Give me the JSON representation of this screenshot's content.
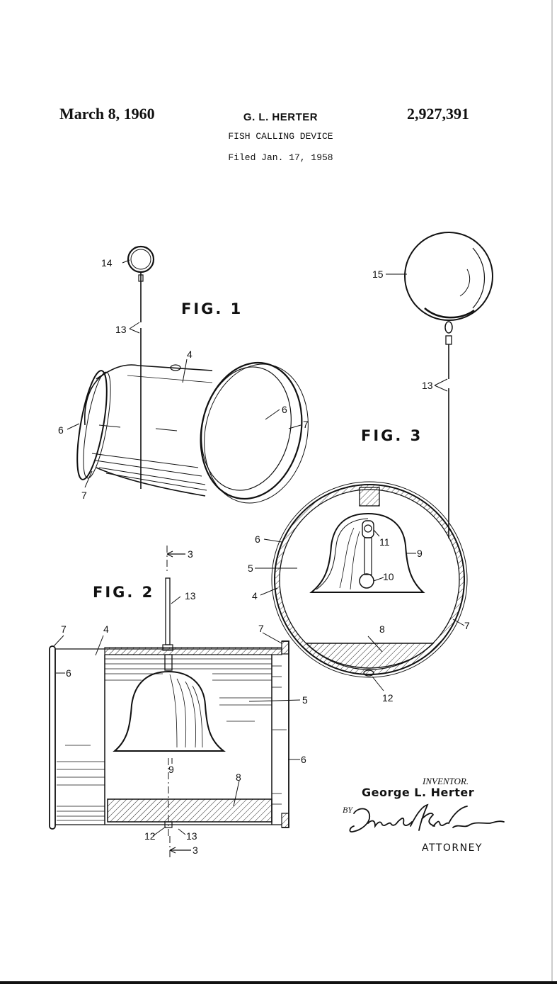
{
  "header": {
    "date": "March 8, 1960",
    "inventor": "G. L. HERTER",
    "patent_number": "2,927,391",
    "title": "FISH CALLING DEVICE",
    "filed": "Filed Jan. 17, 1958"
  },
  "figures": {
    "fig1": "FIG. 1",
    "fig2": "FIG. 2",
    "fig3": "FIG. 3"
  },
  "reference_numerals": {
    "n3": "3",
    "n4": "4",
    "n5": "5",
    "n6": "6",
    "n7": "7",
    "n8": "8",
    "n9": "9",
    "n10": "10",
    "n11": "11",
    "n12": "12",
    "n13": "13",
    "n14": "14",
    "n15": "15"
  },
  "signature_block": {
    "inventor_label": "INVENTOR.",
    "inventor_name": "George L. Herter",
    "by": "BY",
    "signature": "David K. Kilgore",
    "attorney_label": "ATTORNEY"
  }
}
